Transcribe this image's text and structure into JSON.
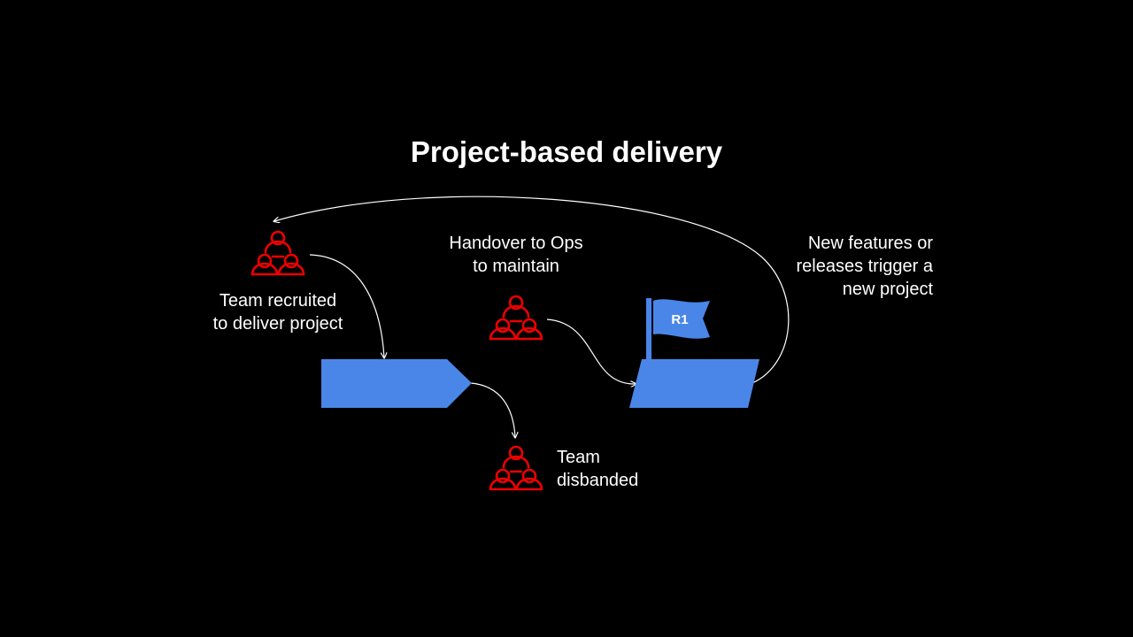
{
  "title": "Project-based delivery",
  "labels": {
    "team_recruited": "Team recruited\nto deliver project",
    "handover": "Handover to Ops\nto maintain",
    "new_features": "New features or\nreleases trigger a\nnew project",
    "team_disbanded": "Team\ndisbanded"
  },
  "flag_label": "R1",
  "icons": {
    "team": "team-icon",
    "project": "project-arrow-shape",
    "release": "release-parallelogram-shape",
    "flag": "flag-icon"
  },
  "colors": {
    "background": "#000000",
    "team_icon": "#ee0000",
    "shape_fill": "#4a86e8",
    "text": "#ffffff",
    "connector": "#ffffff"
  }
}
